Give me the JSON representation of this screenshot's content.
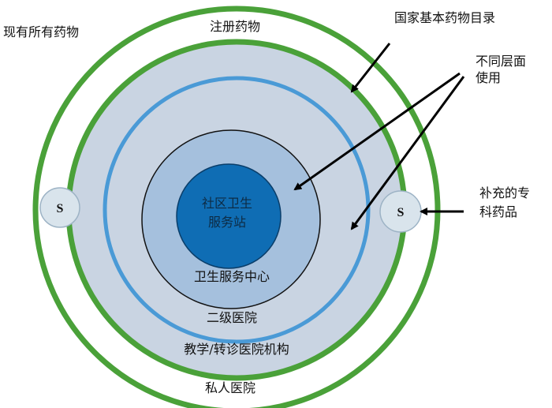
{
  "labels": {
    "all_drugs": "现有所有药物",
    "registered": "注册药物",
    "essential_list": "国家基本药物目录",
    "different_levels": "不同层面",
    "usage": "使用",
    "supplement_line1": "补充的专",
    "supplement_line2": "科药品",
    "community_line1": "社区卫生",
    "community_line2": "服务站",
    "health_center": "卫生服务中心",
    "secondary_hospital": "二级医院",
    "teaching_hospital": "教学/转诊医院机构",
    "private_hospital": "私人医院",
    "s_left": "S",
    "s_right": "S"
  },
  "colors": {
    "green_ring": "#4aa139",
    "blue_ring": "#4a9ad6",
    "outer_fill": "#c9d4e2",
    "middle_fill": "#a5c0dd",
    "inner_fill": "#0f6db4",
    "s_fill": "#d9e4ec",
    "arrow": "#000000"
  }
}
